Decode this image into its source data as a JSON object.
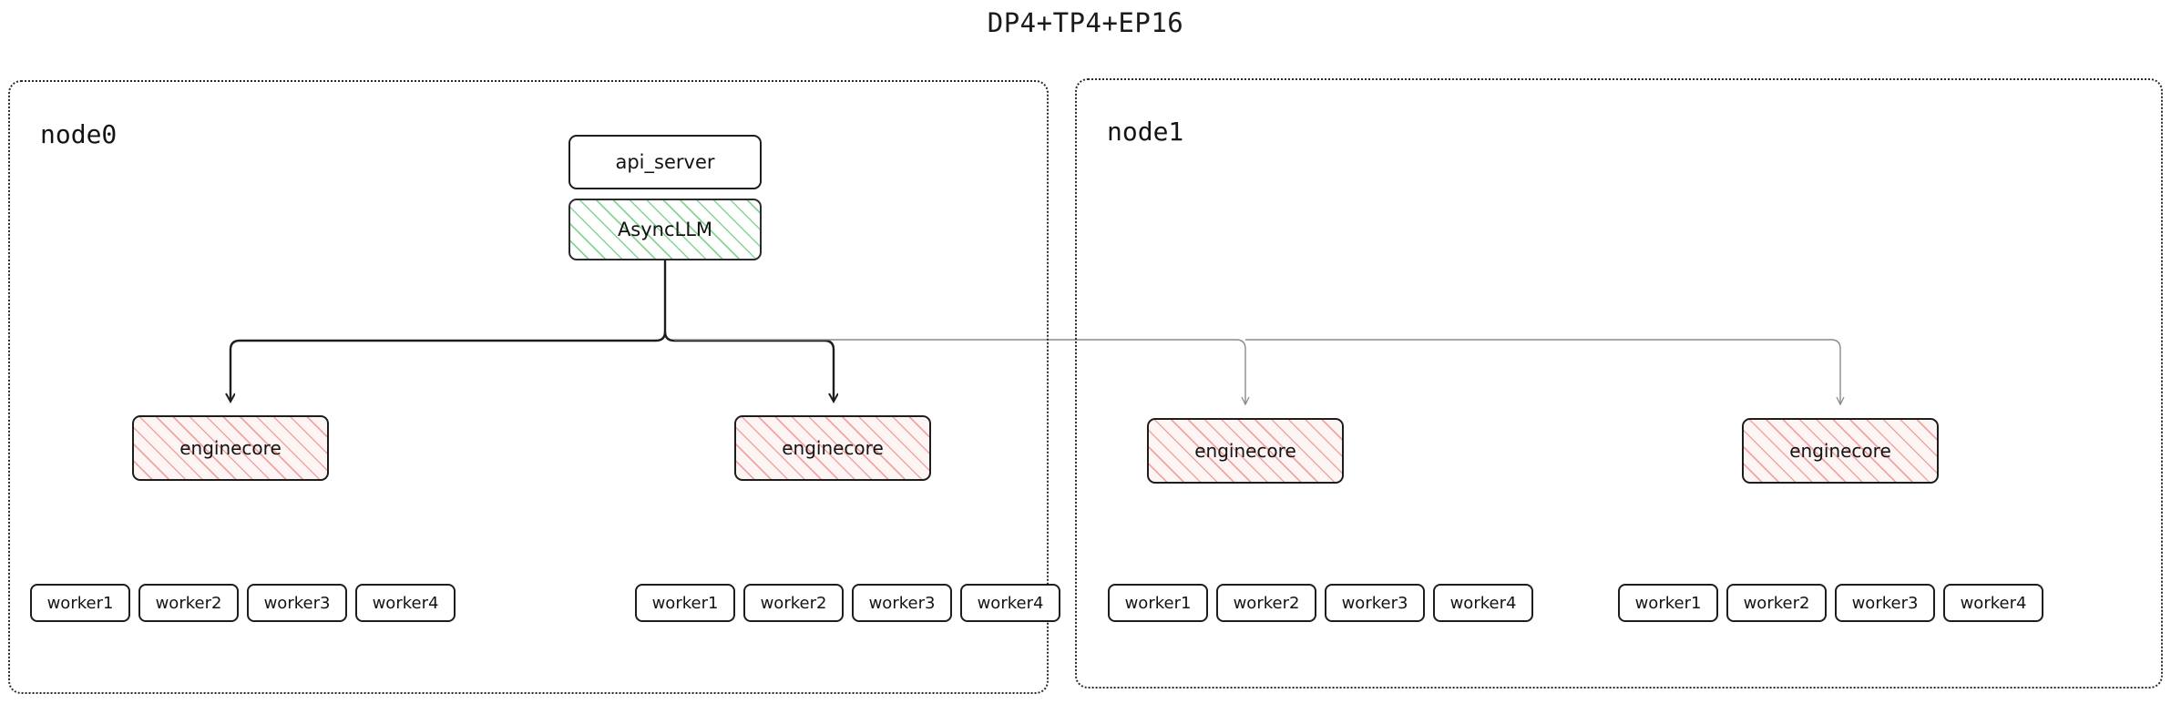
{
  "title": "DP4+TP4+EP16",
  "theme": {
    "background": "#ffffff",
    "text": "#131313",
    "node_border": "#1d1d1d",
    "subgraph_border": "#2a2a2a",
    "edge_primary": "#1d1d1d",
    "edge_secondary": "#8a8a8a",
    "hatch_green": "#7ed38e",
    "hatch_pink": "#ee9696",
    "hatch_pink_bg": "#fdf5f4"
  },
  "subgraphs": [
    {
      "id": "node0",
      "label": "node0",
      "nodes": {
        "api_server": {
          "label": "api_server",
          "style": "plain"
        },
        "async_llm": {
          "label": "AsyncLLM",
          "style": "hatch-green"
        },
        "enginecore_left": {
          "label": "enginecore",
          "style": "hatch-pink"
        },
        "enginecore_right": {
          "label": "enginecore",
          "style": "hatch-pink"
        }
      },
      "worker_groups": [
        {
          "id": "node0-group-left",
          "workers": [
            "worker1",
            "worker2",
            "worker3",
            "worker4"
          ]
        },
        {
          "id": "node0-group-right",
          "workers": [
            "worker1",
            "worker2",
            "worker3",
            "worker4"
          ]
        }
      ]
    },
    {
      "id": "node1",
      "label": "node1",
      "nodes": {
        "enginecore_left": {
          "label": "enginecore",
          "style": "hatch-pink"
        },
        "enginecore_right": {
          "label": "enginecore",
          "style": "hatch-pink"
        }
      },
      "worker_groups": [
        {
          "id": "node1-group-left",
          "workers": [
            "worker1",
            "worker2",
            "worker3",
            "worker4"
          ]
        },
        {
          "id": "node1-group-right",
          "workers": [
            "worker1",
            "worker2",
            "worker3",
            "worker4"
          ]
        }
      ]
    }
  ],
  "edges": [
    {
      "from": "async_llm",
      "to": "node0.enginecore_left",
      "weight": "primary"
    },
    {
      "from": "async_llm",
      "to": "node0.enginecore_right",
      "weight": "primary"
    },
    {
      "from": "async_llm",
      "to": "node1.enginecore_left",
      "weight": "secondary"
    },
    {
      "from": "async_llm",
      "to": "node1.enginecore_right",
      "weight": "secondary"
    }
  ]
}
